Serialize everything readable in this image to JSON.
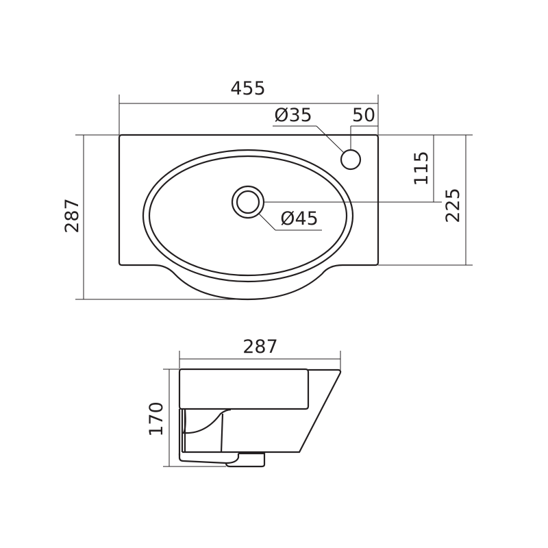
{
  "top_view": {
    "width_label": "455",
    "depth_label": "287",
    "faucet_hole_label": "Ø35",
    "faucet_offset_label": "50",
    "drain_offset_label": "115",
    "body_depth_label": "225",
    "drain_label": "Ø45"
  },
  "side_view": {
    "depth_label": "287",
    "height_label": "170"
  },
  "colors": {
    "line": "#231f20",
    "background": "#ffffff"
  }
}
